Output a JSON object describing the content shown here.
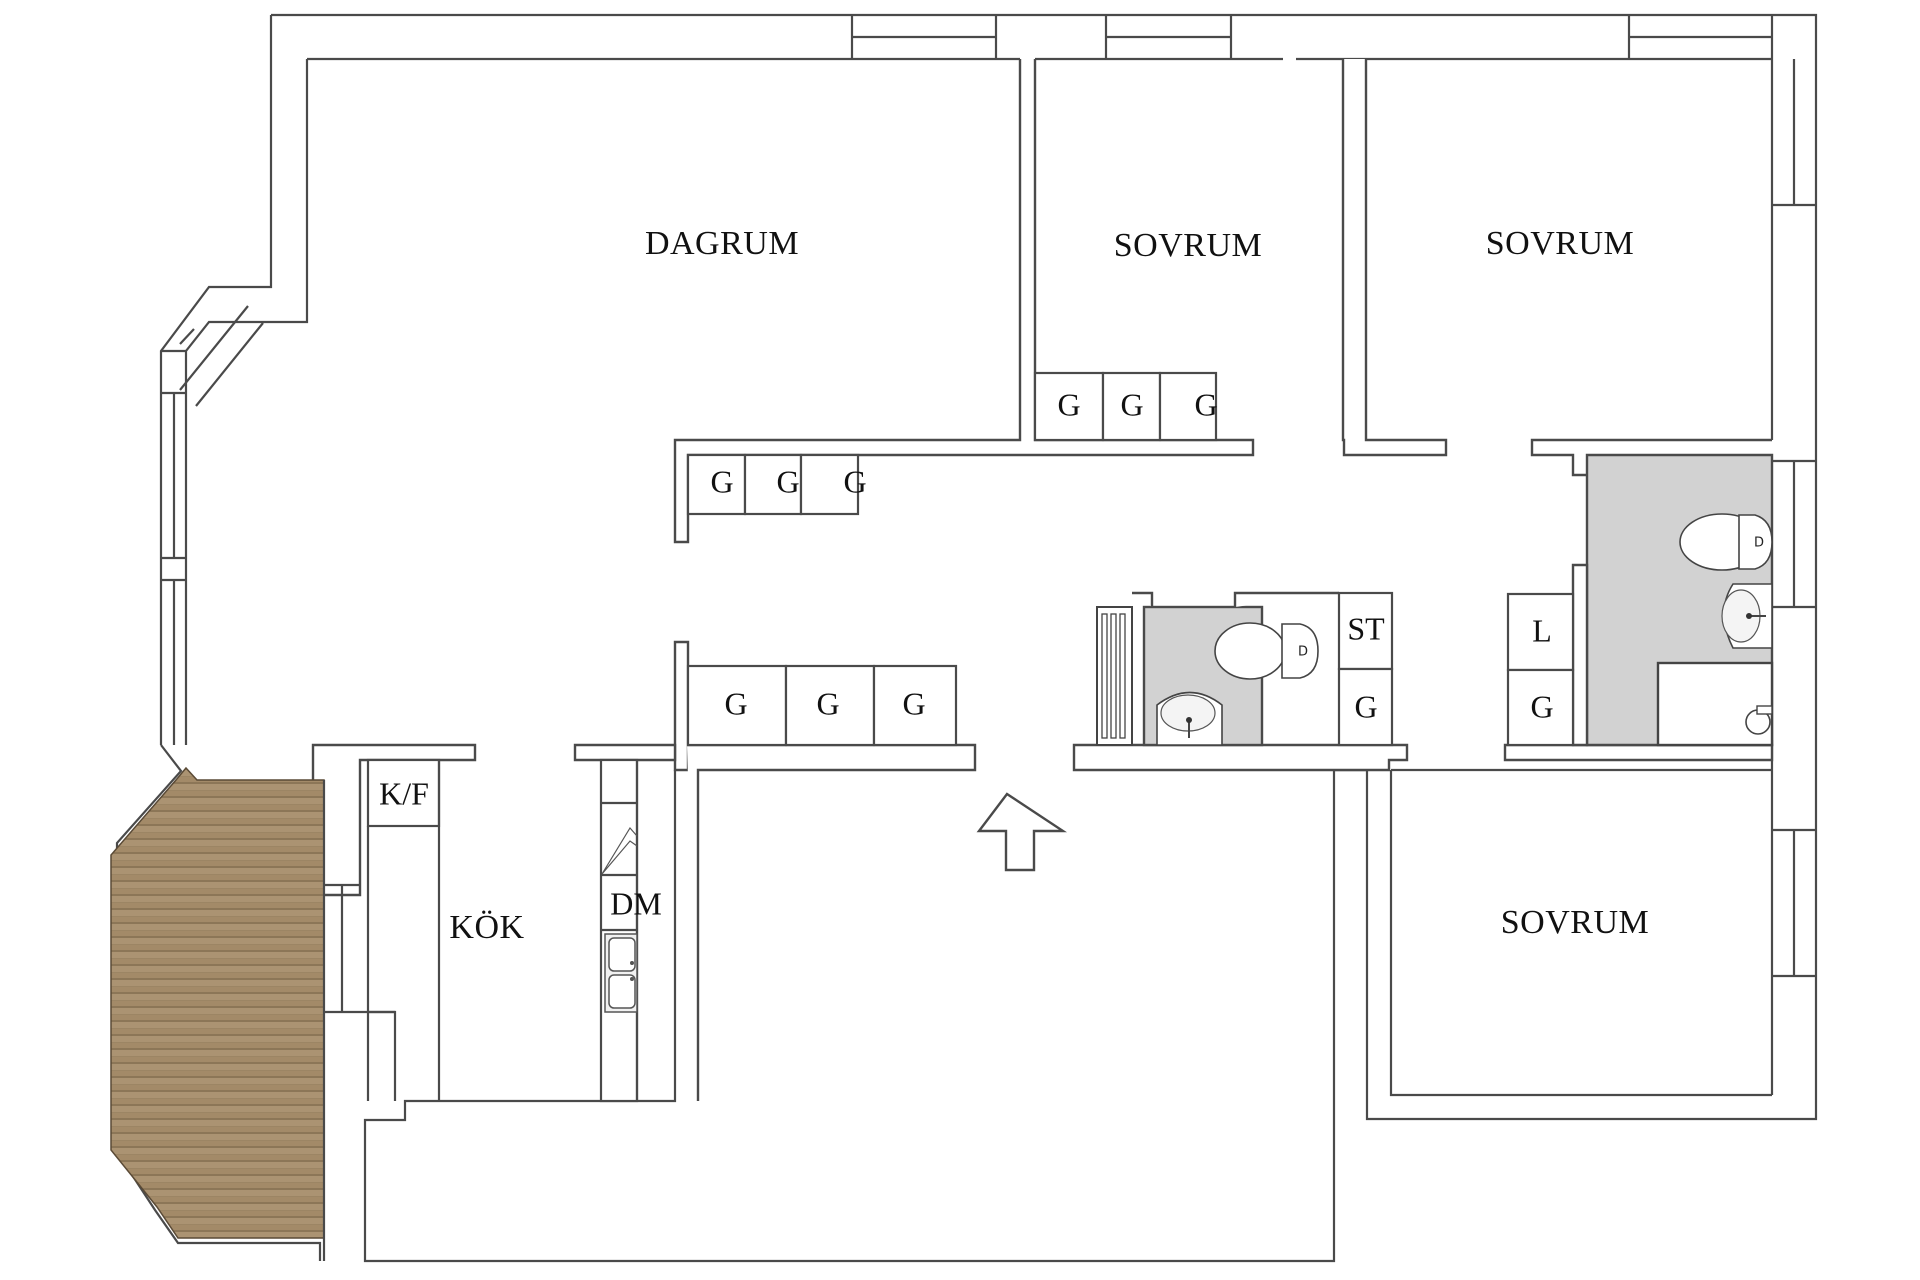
{
  "floorplan": {
    "rooms": [
      {
        "id": "dagrum",
        "label": "DAGRUM"
      },
      {
        "id": "sovrum1",
        "label": "SOVRUM"
      },
      {
        "id": "sovrum2",
        "label": "SOVRUM"
      },
      {
        "id": "sovrum3",
        "label": "SOVRUM"
      },
      {
        "id": "kok",
        "label": "KÖK"
      }
    ],
    "storage": {
      "closets_hall_upper": [
        "G",
        "G",
        "G"
      ],
      "closets_bedroom1": [
        "G",
        "G",
        "G"
      ],
      "closets_hall_lower": [
        "G",
        "G",
        "G"
      ],
      "st": "ST",
      "g_beside_st": "G",
      "l": "L",
      "g_below_l": "G"
    },
    "kitchen": {
      "kf": "K/F",
      "dm": "DM"
    },
    "toilet_symbol": "D",
    "entrance": "entrance-arrow",
    "colors": {
      "wall_stroke": "#4a4a4a",
      "wet_room": "#d2d2d2",
      "balcony_wood": "#a38a68",
      "background": "#ffffff"
    }
  }
}
